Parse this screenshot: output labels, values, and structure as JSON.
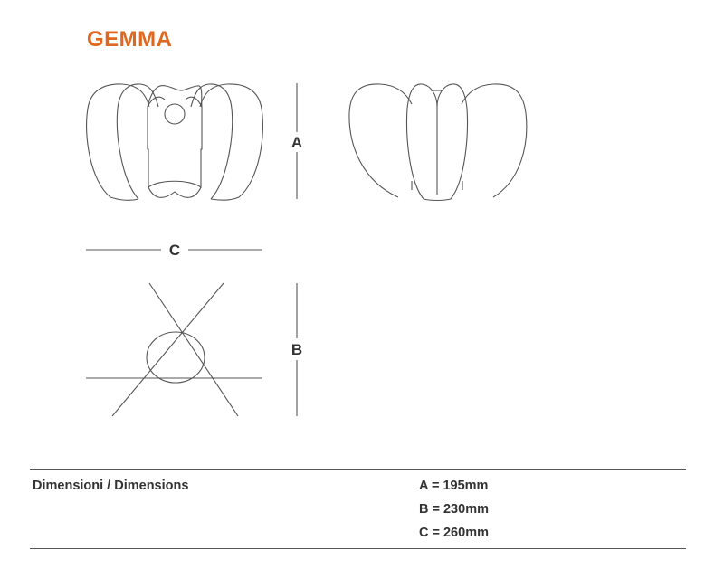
{
  "title": "GEMMA",
  "dimension_labels": {
    "a": "A",
    "b": "B",
    "c": "C"
  },
  "specs": {
    "label": "Dimensioni / Dimensions",
    "values": [
      "A = 195mm",
      "B = 230mm",
      "C = 260mm"
    ]
  },
  "colors": {
    "brand": "#e0671f",
    "line": "#555555"
  }
}
